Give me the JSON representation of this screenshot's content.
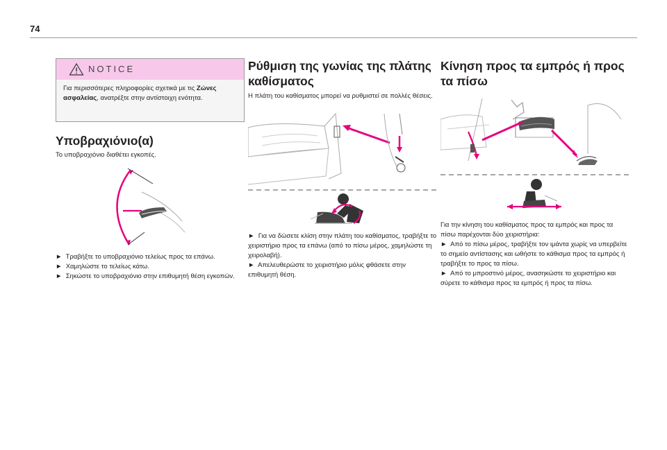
{
  "page_number": "74",
  "notice": {
    "title": "NOTICE",
    "text_before": "Για περισσότερες πληροφορίες σχετικά με τις ",
    "bold": "Ζώνες ασφαλείας",
    "text_after": ", ανατρέξτε στην αντίστοιχη ενότητα."
  },
  "armrest": {
    "heading": "Υποβραχιόνιο(α)",
    "intro": "Το υποβραχιόνιο διαθέτει εγκοπές.",
    "steps": [
      "Τραβήξτε το υποβραχιόνιο τελείως προς τα επάνω.",
      "Χαμηλώστε το τελείως κάτω.",
      "Σηκώστε το υποβραχιόνιο στην επιθυμητή θέση εγκοπών."
    ]
  },
  "backrest": {
    "heading": "Ρύθμιση της γωνίας της πλάτης καθίσματος",
    "intro": "Η πλάτη του καθίσματος μπορεί να ρυθμιστεί σε πολλές θέσεις.",
    "steps": [
      "Για να δώσετε κλίση στην πλάτη του καθίσματος, τραβήξτε το χειριστήριο προς τα επάνω (από το πίσω μέρος, χαμηλώστε τη χειρολαβή).",
      "Απελευθερώστε το χειριστήριο μόλις φθάσετε στην επιθυμητή θέση."
    ]
  },
  "fore_aft": {
    "heading": "Κίνηση προς τα εμπρός ή προς τα πίσω",
    "intro": "Για την κίνηση του καθίσματος προς τα εμπρός και προς τα πίσω παρέχονται δύο χειριστήρια:",
    "steps": [
      "Από το πίσω μέρος, τραβήξτε τον ιμάντα χωρίς να υπερβείτε το σημείο αντίστασης και ωθήστε το κάθισμα προς τα εμπρός ή τραβήξτε το προς τα πίσω.",
      "Από το μπροστινό μέρος, ανασηκώστε το χειριστήριο και σύρετε το κάθισμα προς τα εμπρός ή προς τα πίσω."
    ]
  },
  "bullet_glyph": "►",
  "colors": {
    "accent": "#e5007e",
    "notice_bg": "#f7c8ea"
  }
}
